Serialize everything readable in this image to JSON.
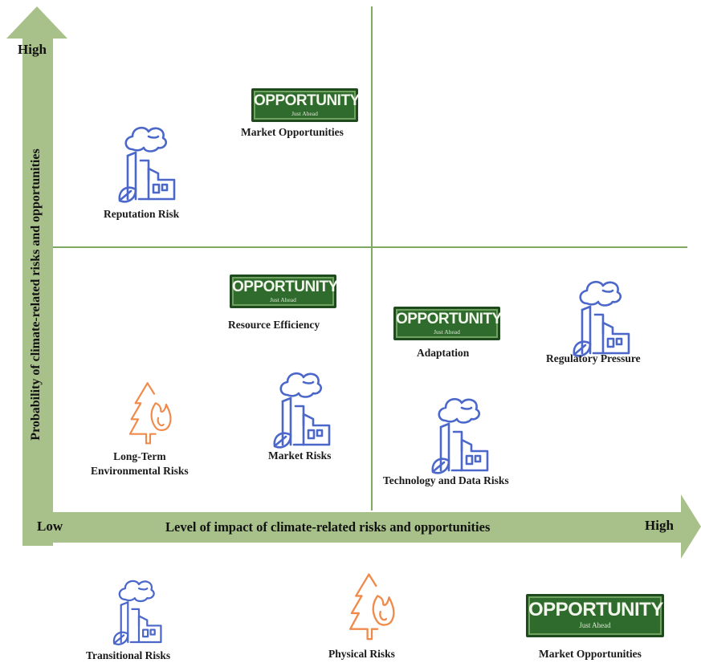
{
  "axes": {
    "y_label": "Probability of climate-related risks and opportunities",
    "y_high": "High",
    "x_label": "Level of impact of climate-related risks and opportunities",
    "x_low": "Low",
    "x_high": "High"
  },
  "sign": {
    "main": "OPPORTUNITY",
    "sub": "Just Ahead"
  },
  "items": {
    "market_opportunities": "Market Opportunities",
    "reputation_risk": "Reputation Risk",
    "resource_efficiency": "Resource Efficiency",
    "adaptation": "Adaptation",
    "regulatory_pressure": "Regulatory Pressure",
    "long_term_env_1": "Long-Term",
    "long_term_env_2": "Environmental Risks",
    "market_risks": "Market Risks",
    "tech_data_risks": "Technology and Data Risks"
  },
  "legend": {
    "transitional": "Transitional Risks",
    "physical": "Physical Risks",
    "opportunities": "Market Opportunities"
  },
  "icons": {
    "factory": "factory-leaf-icon",
    "tree_fire": "tree-fire-icon",
    "sign": "opportunity-sign-icon"
  },
  "colors": {
    "arrow": "#a8c08a",
    "grid": "#7fa860",
    "factory": "#4a67c9",
    "tree_fire": "#f08a4b",
    "sign_bg": "#2f6b2c"
  }
}
